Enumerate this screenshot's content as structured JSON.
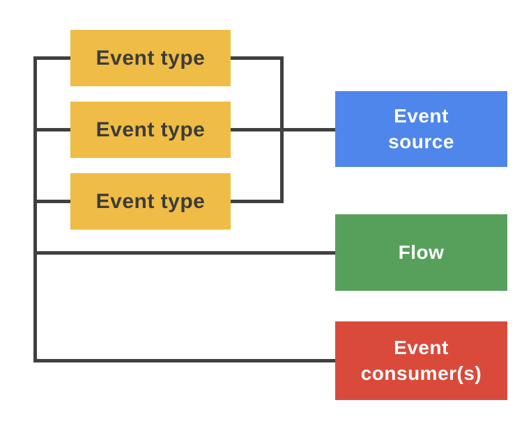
{
  "diagram": {
    "background": "#ffffff",
    "connector_color": "#404040",
    "nodes": [
      {
        "id": "event-type-1",
        "label": "Event type",
        "color": "#EFBC45",
        "text_color": "#3C3C3C"
      },
      {
        "id": "event-type-2",
        "label": "Event type",
        "color": "#EFBC45",
        "text_color": "#3C3C3C"
      },
      {
        "id": "event-type-3",
        "label": "Event type",
        "color": "#EFBC45",
        "text_color": "#3C3C3C"
      },
      {
        "id": "event-source",
        "label": "Event\nsource",
        "color": "#4E86EC",
        "text_color": "#FFFFFF"
      },
      {
        "id": "flow",
        "label": "Flow",
        "color": "#57A05C",
        "text_color": "#FFFFFF"
      },
      {
        "id": "event-consumers",
        "label": "Event\nconsumer(s)",
        "color": "#DA4A3B",
        "text_color": "#FFFFFF"
      }
    ],
    "edges": [
      {
        "from": "event-type-1",
        "to": "event-source"
      },
      {
        "from": "event-type-2",
        "to": "event-source"
      },
      {
        "from": "event-type-3",
        "to": "event-source"
      },
      {
        "from": "event-type-1",
        "to": "flow"
      },
      {
        "from": "event-type-2",
        "to": "flow"
      },
      {
        "from": "event-type-3",
        "to": "flow"
      },
      {
        "from": "event-type-1",
        "to": "event-consumers"
      },
      {
        "from": "event-type-2",
        "to": "event-consumers"
      },
      {
        "from": "event-type-3",
        "to": "event-consumers"
      }
    ]
  }
}
